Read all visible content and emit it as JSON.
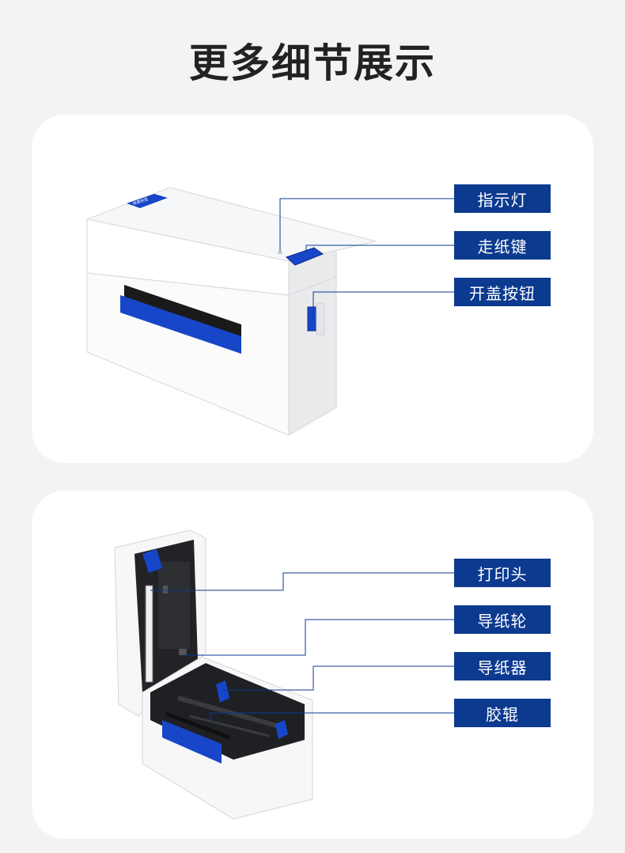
{
  "page_title": "更多细节展示",
  "card_top": {
    "labels": [
      "指示灯",
      "走纸键",
      "开盖按钮"
    ],
    "badge_text": "快麦标签"
  },
  "card_bottom": {
    "labels": [
      "打印头",
      "导纸轮",
      "导纸器",
      "胶辊"
    ]
  },
  "colors": {
    "accent_blue": "#0c3a8f",
    "printer_blue": "#1746c9",
    "background": "#f3f3f3"
  }
}
